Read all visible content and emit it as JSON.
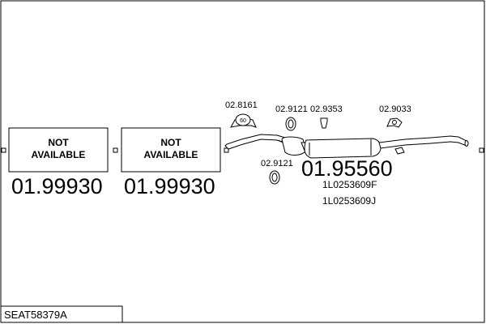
{
  "box_left": {
    "line1": "NOT",
    "line2": "AVAILABLE",
    "part_number": "01.99930"
  },
  "box_mid": {
    "line1": "NOT",
    "line2": "AVAILABLE",
    "part_number": "01.99930"
  },
  "parts": {
    "hanger_label": "02.8161",
    "hanger_badge": "60",
    "clamp_top_label": "02.9121",
    "clamp_bottom_label": "02.9121",
    "mount_label": "02.9353",
    "rear_hanger_label": "02.9033",
    "main_part_number": "01.95560",
    "oem_1": "1L0253609F",
    "oem_2": "1L0253609J"
  },
  "footer": {
    "code": "SEAT58379A"
  }
}
